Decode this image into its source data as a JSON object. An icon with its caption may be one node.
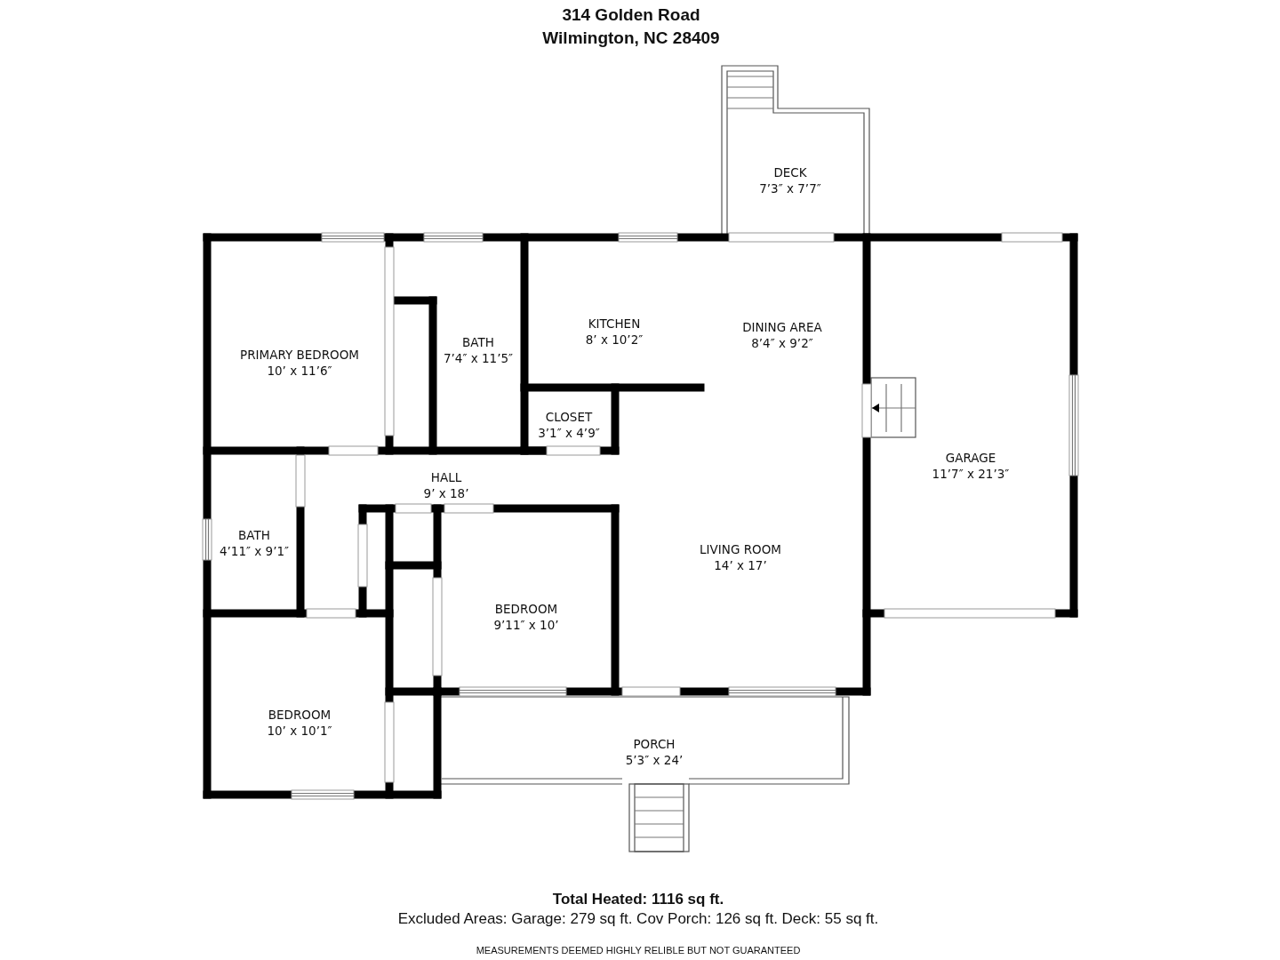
{
  "diagram": {
    "title": "314 Golden Road Wilmington, NC 28409",
    "nodes": [
      {
        "text": [
          "DECK",
          "7’3″ x 7’7″"
        ]
      },
      {
        "text": [
          "PRIMARY BEDROOM",
          "10’ x 11’6″"
        ]
      },
      {
        "text": [
          "BATH",
          "7’4″ x 11’5″"
        ]
      },
      {
        "text": [
          "KITCHEN",
          "8’ x 10’2″"
        ]
      },
      {
        "text": [
          "DINING AREA",
          "8’4″ x 9’2″"
        ]
      },
      {
        "text": [
          "CLOSET",
          "3’1″ x 4’9″"
        ]
      },
      {
        "text": [
          "GARAGE",
          "11’7″ x 21’3″"
        ]
      },
      {
        "text": [
          "HALL",
          "9’ x 18’"
        ]
      },
      {
        "text": [
          "BATH",
          "4’11″ x 9’1″"
        ]
      },
      {
        "text": [
          "LIVING ROOM",
          "14’ x 17’"
        ]
      },
      {
        "text": [
          "BEDROOM",
          "9’11″ x 10’"
        ]
      },
      {
        "text": [
          "BEDROOM",
          "10’ x 10’1″"
        ]
      },
      {
        "text": [
          "PORCH",
          "5’3″ x 24’"
        ]
      }
    ],
    "labels": [
      "Total Heated: 1116 sq ft.",
      "Excluded Areas: Garage: 279 sq ft. Cov Porch: 126 sq ft. Deck: 55 sq ft.",
      "MEASUREMENTS DEEMED HIGHLY RELIBLE BUT NOT GUARANTEED"
    ]
  }
}
